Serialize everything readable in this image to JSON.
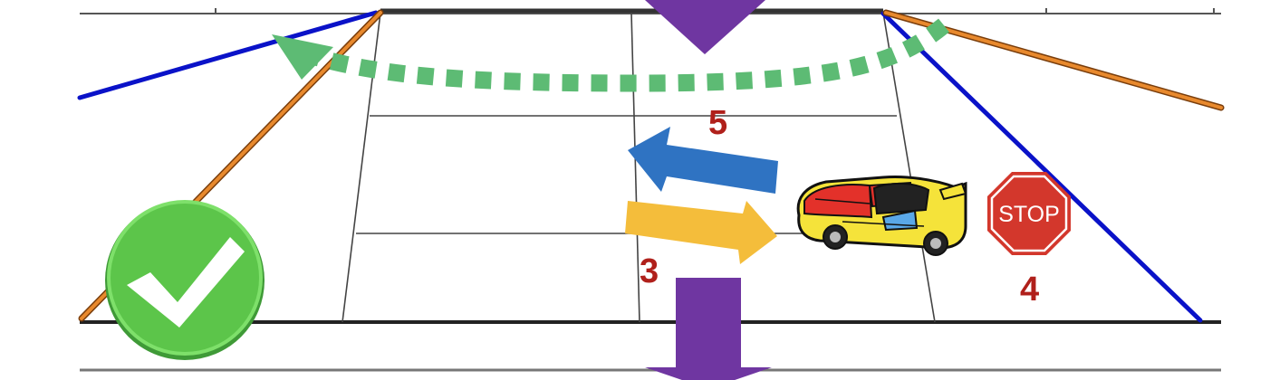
{
  "labels": {
    "lane_number_top": "5",
    "lane_number_bottom": "3",
    "sign_number": "4",
    "stop_sign_text": "STOP"
  },
  "icons": {
    "approval_badge": "checkmark-icon",
    "vehicle": "sports-car-icon",
    "sign": "stop-sign-icon"
  },
  "colors": {
    "label_red": "#b0201b",
    "path_green_dotted": "#5dbb74",
    "arrow_blue": "#2f73c2",
    "arrow_yellow": "#f4bd3b",
    "arrow_purple": "#6f36a1",
    "road_edge_blue": "#0a12c8",
    "road_edge_orange": "#e8892d",
    "stop_red": "#d3372c",
    "check_green": "#5cc54a"
  }
}
